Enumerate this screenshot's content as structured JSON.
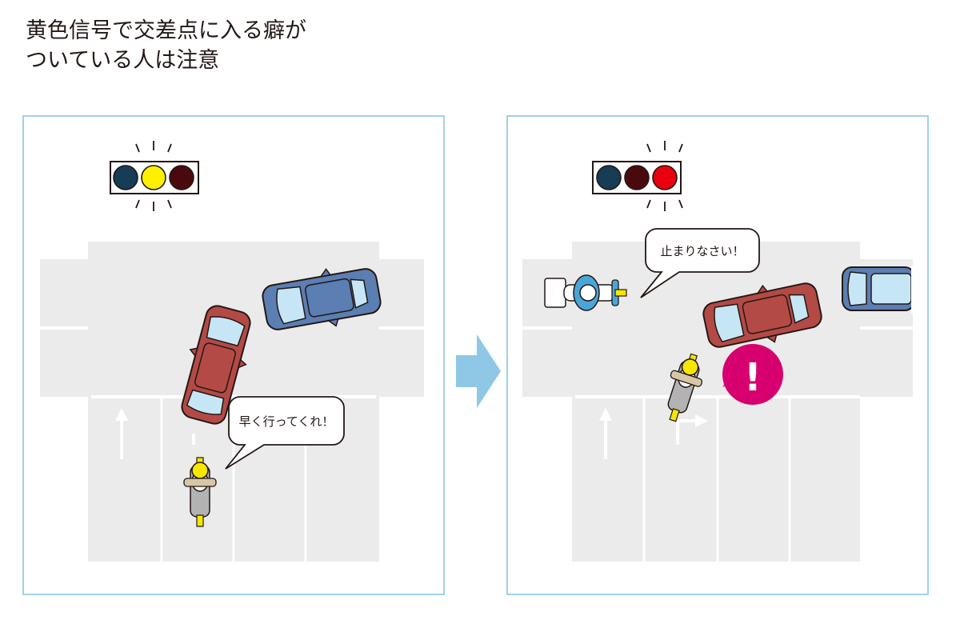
{
  "title": {
    "line1": "黄色信号で交差点に入る癖が",
    "line2": "ついている人は注意"
  },
  "colors": {
    "frame": "#9fd1e8",
    "road": "#ebebeb",
    "lane_line": "#ffffff",
    "signal_yellow": "#fff000",
    "signal_red": "#e8000e",
    "signal_off_blue": "#163c56",
    "signal_off_red": "#4a0a0d",
    "car_red": "#b34a45",
    "car_blue": "#5b7eb3",
    "rider_yellow": "#f6e600",
    "police_blue": "#4aa6d9",
    "alert_magenta": "#d6006f",
    "arrow": "#8ec8e6"
  },
  "panels": [
    {
      "signal_state": "yellow",
      "speech": "早く行ってくれ！"
    },
    {
      "signal_state": "red",
      "speech": "止まりなさい！",
      "alert_mark": "!"
    }
  ],
  "icons": {
    "transition_arrow": "right-arrow-icon",
    "alert": "exclamation-icon"
  }
}
